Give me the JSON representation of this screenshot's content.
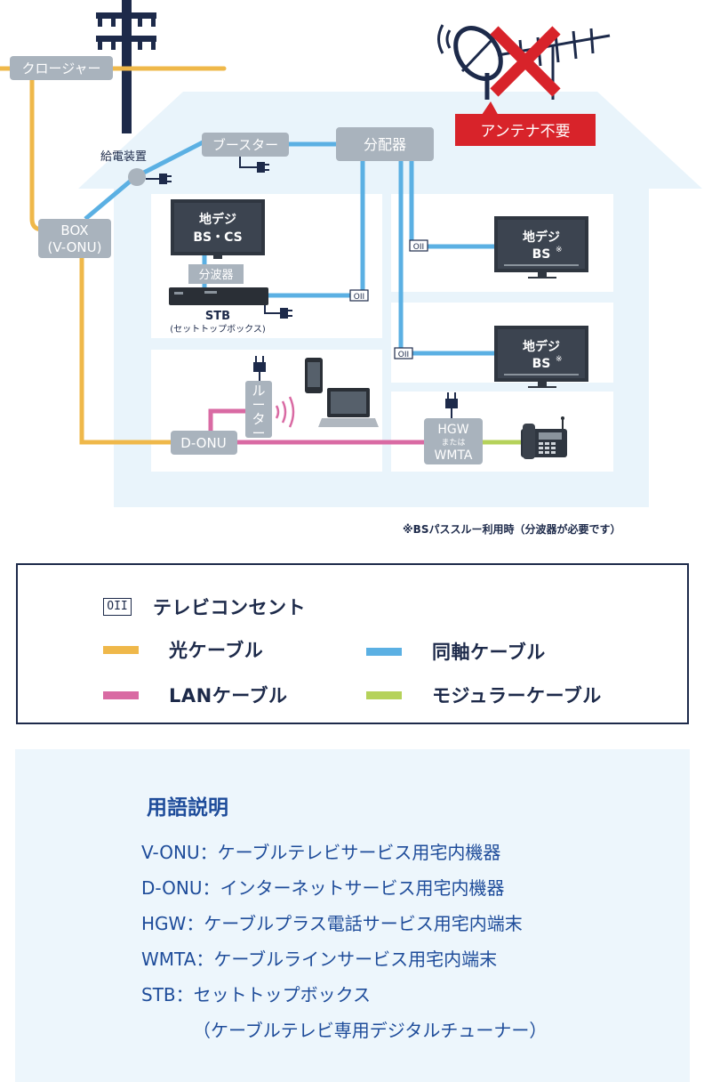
{
  "diagram": {
    "labels": {
      "closure": "クロージャー",
      "power_supply": "給電装置",
      "booster": "ブースター",
      "splitter": "分配器",
      "no_antenna": "アンテナ不要",
      "box_line1": "BOX",
      "box_line2": "(V-ONU)",
      "tv1_line1": "地デジ",
      "tv1_line2": "BS・CS",
      "separator": "分波器",
      "stb": "STB",
      "stb_sub": "(セットトップボックス)",
      "tv2_line1": "地デジ",
      "tv2_line2": "BS",
      "tv3_line1": "地デジ",
      "tv3_line2": "BS",
      "note_mark": "※",
      "router": "ルーター",
      "donu": "D-ONU",
      "hgw_line1": "HGW",
      "hgw_line2": "または",
      "hgw_line3": "WMTA",
      "outlet_symbol": "OII",
      "footnote": "※BSパススルー利用時（分波器が必要です）"
    },
    "colors": {
      "optical": "#efb84a",
      "coax": "#5bb0e3",
      "lan": "#d96aa3",
      "modular": "#b5d25a",
      "device_box": "#a9b3bd",
      "house": "#e9f4fb",
      "alert": "#d8232a",
      "navy": "#1d2a4a"
    }
  },
  "legend": {
    "outlet": "テレビコンセント",
    "optical": "光ケーブル",
    "coax": "同軸ケーブル",
    "lan": "LANケーブル",
    "modular": "モジュラーケーブル"
  },
  "glossary": {
    "title": "用語説明",
    "lines": [
      "V-ONU：ケーブルテレビサービス用宅内機器",
      "D-ONU：インターネットサービス用宅内機器",
      "HGW：ケーブルプラス電話サービス用宅内端末",
      "WMTA：ケーブルラインサービス用宅内端末",
      "STB：セットトップボックス",
      "（ケーブルテレビ専用デジタルチューナー）"
    ]
  }
}
